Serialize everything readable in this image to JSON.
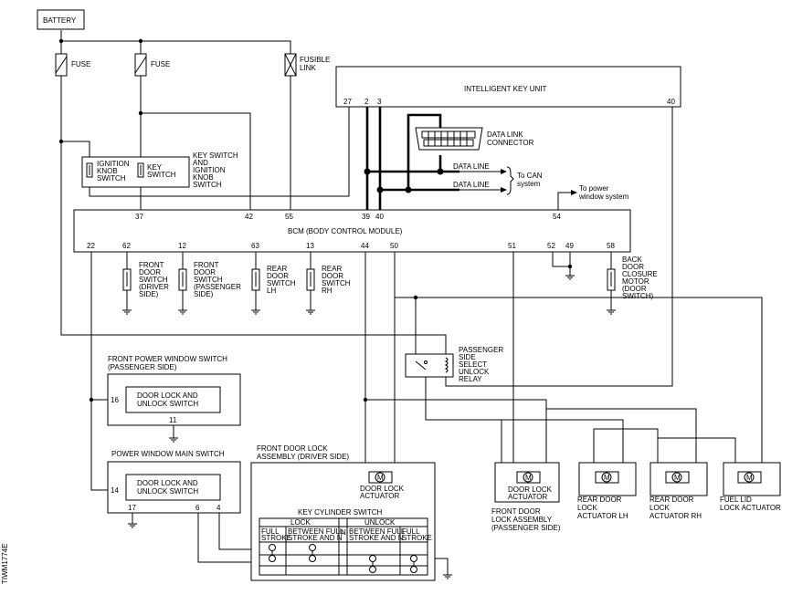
{
  "labels": {
    "battery": "BATTERY",
    "fuse1": "FUSE",
    "fuse2": "FUSE",
    "fusible_link": [
      "FUSIBLE",
      "LINK"
    ],
    "intelligent_key_unit": "INTELLIGENT KEY UNIT",
    "data_link_connector": [
      "DATA LINK",
      "CONNECTOR"
    ],
    "data_line_1": "DATA LINE",
    "data_line_2": "DATA LINE",
    "to_can": [
      "To CAN",
      "system"
    ],
    "to_power_window": [
      "To power",
      "window system"
    ],
    "ignition_knob_switch": [
      "IGNITION",
      "KNOB",
      "SWITCH"
    ],
    "key_switch": [
      "KEY",
      "SWITCH"
    ],
    "key_switch_assembly": [
      "KEY SWITCH",
      "AND",
      "IGNITION",
      "KNOB",
      "SWITCH"
    ],
    "bcm": "BCM (BODY CONTROL MODULE)",
    "front_door_switch_driver": [
      "FRONT",
      "DOOR",
      "SWITCH",
      "(DRIVER",
      "SIDE)"
    ],
    "front_door_switch_passenger": [
      "FRONT",
      "DOOR",
      "SWITCH",
      "(PASSENGER",
      "SIDE)"
    ],
    "rear_door_switch_lh": [
      "REAR",
      "DOOR",
      "SWITCH",
      "LH"
    ],
    "rear_door_switch_rh": [
      "REAR",
      "DOOR",
      "SWITCH",
      "RH"
    ],
    "back_door_closure": [
      "BACK",
      "DOOR",
      "CLOSURE",
      "MOTOR",
      "(DOOR",
      "SWITCH)"
    ],
    "passenger_relay": [
      "PASSENGER",
      "SIDE",
      "SELECT",
      "UNLOCK",
      "RELAY"
    ],
    "front_pw_switch_title": [
      "FRONT POWER WINDOW SWITCH",
      "(PASSENGER SIDE)"
    ],
    "door_lock_unlock_switch_1": [
      "DOOR LOCK AND",
      "UNLOCK SWITCH"
    ],
    "pw_main_switch_title": "POWER WINDOW MAIN SWITCH",
    "door_lock_unlock_switch_2": [
      "DOOR LOCK AND",
      "UNLOCK SWITCH"
    ],
    "front_door_lock_assembly_driver": [
      "FRONT DOOR LOCK",
      "ASSEMBLY (DRIVER SIDE)"
    ],
    "door_lock_actuator_driver": [
      "DOOR LOCK",
      "ACTUATOR"
    ],
    "key_cylinder_switch": "KEY CYLINDER SWITCH",
    "kc_lock": "LOCK",
    "kc_unlock": "UNLOCK",
    "kc_n": "N",
    "kc_full_stroke": [
      "FULL",
      "STROKE"
    ],
    "kc_between_full": [
      "BETWEEN FULL",
      "STROKE AND N"
    ],
    "door_lock_actuator_passenger": [
      "DOOR LOCK",
      "ACTUATOR"
    ],
    "front_door_lock_assembly_passenger": [
      "FRONT DOOR",
      "LOCK ASSEMBLY",
      "(PASSENGER SIDE)"
    ],
    "rear_door_lock_lh": [
      "REAR DOOR",
      "LOCK",
      "ACTUATOR LH"
    ],
    "rear_door_lock_rh": [
      "REAR DOOR",
      "LOCK",
      "ACTUATOR RH"
    ],
    "fuel_lid_lock": [
      "FUEL LID",
      "LOCK ACTUATOR"
    ],
    "motor": "M",
    "figure_code": "TIWM1774E"
  },
  "pins": {
    "iku_27": "27",
    "iku_2": "2",
    "iku_3": "3",
    "iku_40": "40",
    "bcm_37": "37",
    "bcm_42": "42",
    "bcm_55": "55",
    "bcm_39": "39",
    "bcm_40": "40",
    "bcm_54": "54",
    "bcm_22": "22",
    "bcm_62": "62",
    "bcm_12": "12",
    "bcm_63": "63",
    "bcm_13": "13",
    "bcm_44": "44",
    "bcm_50": "50",
    "bcm_51": "51",
    "bcm_52": "52",
    "bcm_49": "49",
    "bcm_58": "58",
    "fpw_16": "16",
    "fpw_11": "11",
    "pwm_14": "14",
    "pwm_17": "17",
    "pwm_6": "6",
    "pwm_4": "4"
  }
}
